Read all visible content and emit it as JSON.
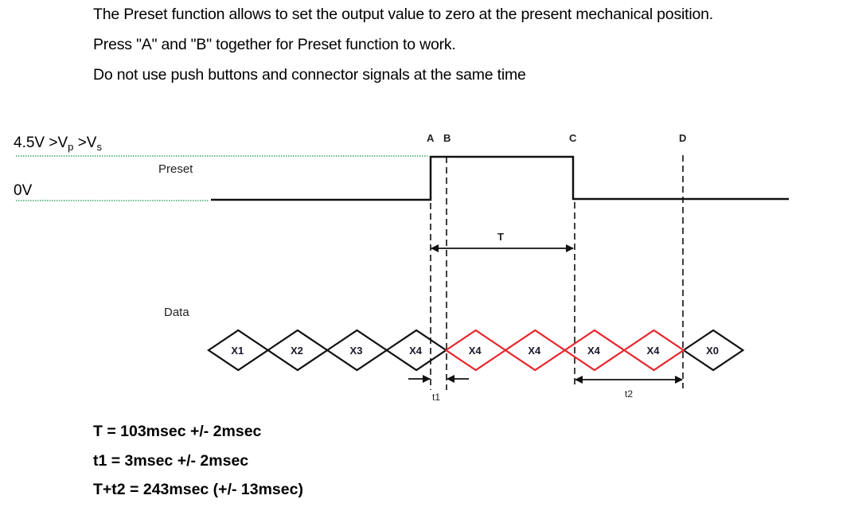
{
  "intro": {
    "lines": [
      "The Preset function allows to set the output value to zero at the present mechanical position.",
      "Press \"A\" and \"B\" together for Preset function to work.",
      "Do not use push buttons and connector signals at the same time"
    ]
  },
  "levels": {
    "high": {
      "prefix": "4.5V >V",
      "sub1": "p",
      "mid": " >V",
      "sub2": "s"
    },
    "low": "0V"
  },
  "colors": {
    "signal": "#111111",
    "reference_dotted": "#3aa864",
    "changing_data": "#e8262b",
    "stable_data": "#111111"
  },
  "diagram": {
    "preset_label": "Preset",
    "data_label": "Data",
    "markers": [
      "A",
      "B",
      "C",
      "D"
    ],
    "interval_labels": {
      "T": "T",
      "t1": "t1",
      "t2": "t2"
    },
    "data_cells": [
      {
        "label": "X1",
        "state": "stable"
      },
      {
        "label": "X2",
        "state": "stable"
      },
      {
        "label": "X3",
        "state": "stable"
      },
      {
        "label": "X4",
        "state": "stable"
      },
      {
        "label": "X4",
        "state": "changing"
      },
      {
        "label": "X4",
        "state": "changing"
      },
      {
        "label": "X4",
        "state": "changing"
      },
      {
        "label": "X4",
        "state": "changing"
      },
      {
        "label": "X0",
        "state": "stable"
      }
    ]
  },
  "formulas": {
    "lines": [
      "T = 103msec +/- 2msec",
      "t1 = 3msec +/- 2msec",
      "T+t2 = 243msec (+/- 13msec)"
    ]
  }
}
